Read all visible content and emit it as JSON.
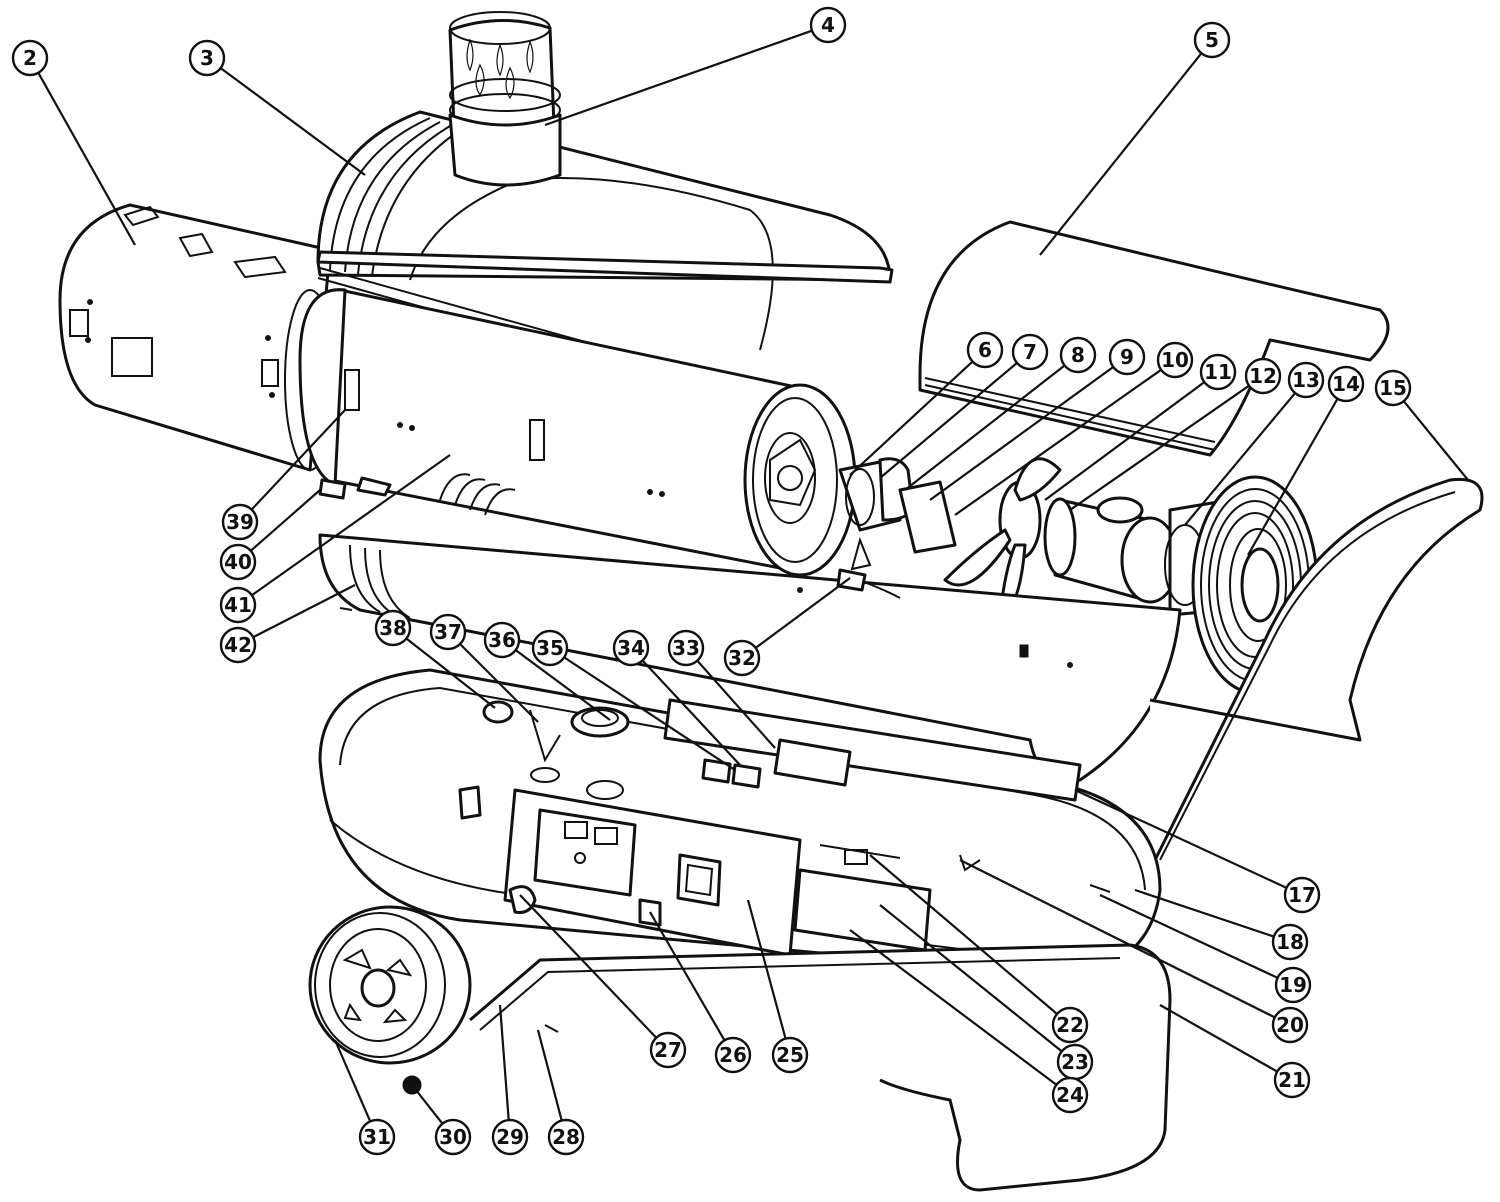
{
  "callouts": [
    {
      "label": "2"
    },
    {
      "label": "3"
    },
    {
      "label": "4"
    },
    {
      "label": "5"
    },
    {
      "label": "6"
    },
    {
      "label": "7"
    },
    {
      "label": "8"
    },
    {
      "label": "9"
    },
    {
      "label": "10"
    },
    {
      "label": "11"
    },
    {
      "label": "12"
    },
    {
      "label": "13"
    },
    {
      "label": "14"
    },
    {
      "label": "15"
    },
    {
      "label": "17"
    },
    {
      "label": "18"
    },
    {
      "label": "19"
    },
    {
      "label": "20"
    },
    {
      "label": "21"
    },
    {
      "label": "22"
    },
    {
      "label": "23"
    },
    {
      "label": "24"
    },
    {
      "label": "25"
    },
    {
      "label": "26"
    },
    {
      "label": "27"
    },
    {
      "label": "28"
    },
    {
      "label": "29"
    },
    {
      "label": "30"
    },
    {
      "label": "31"
    },
    {
      "label": "32"
    },
    {
      "label": "33"
    },
    {
      "label": "34"
    },
    {
      "label": "35"
    },
    {
      "label": "36"
    },
    {
      "label": "37"
    },
    {
      "label": "38"
    },
    {
      "label": "39"
    },
    {
      "label": "40"
    },
    {
      "label": "41"
    },
    {
      "label": "42"
    }
  ]
}
